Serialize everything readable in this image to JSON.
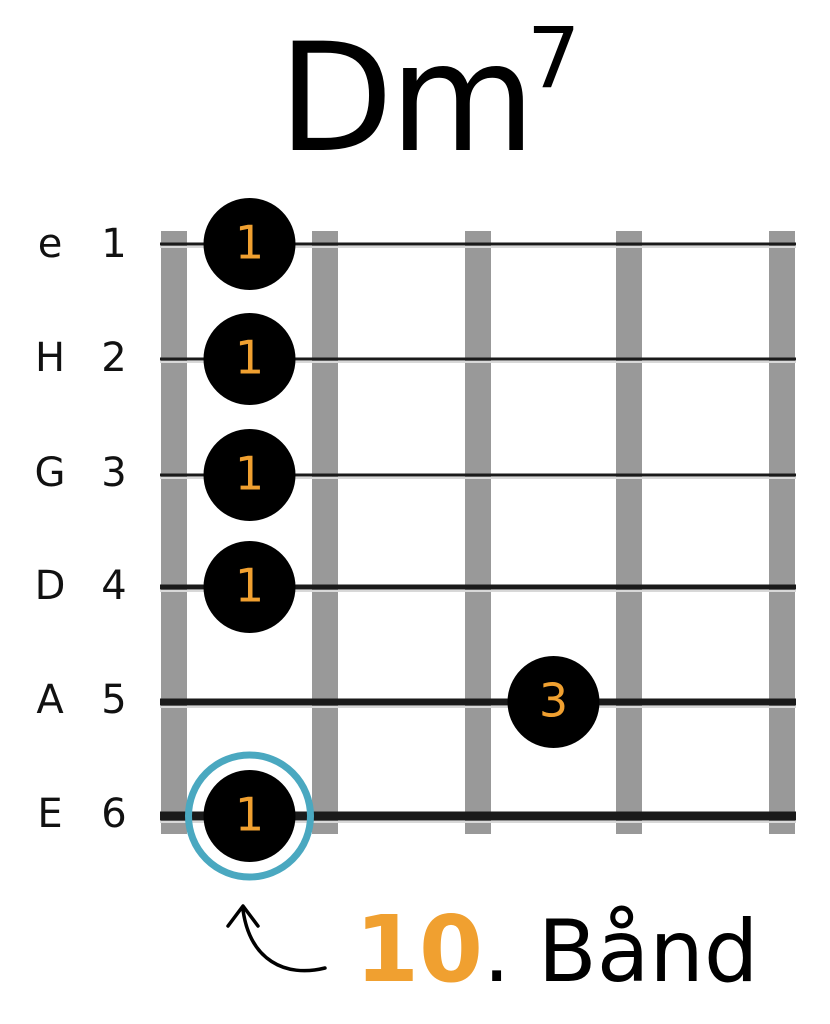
{
  "chord": {
    "root": "Dm",
    "extension": "7"
  },
  "strings": [
    {
      "name": "e",
      "number": "1",
      "gauge": 3
    },
    {
      "name": "H",
      "number": "2",
      "gauge": 3
    },
    {
      "name": "G",
      "number": "3",
      "gauge": 3
    },
    {
      "name": "D",
      "number": "4",
      "gauge": 5
    },
    {
      "name": "A",
      "number": "5",
      "gauge": 7
    },
    {
      "name": "E",
      "number": "6",
      "gauge": 9
    }
  ],
  "fingers": [
    {
      "string": 1,
      "fret": 1,
      "finger": "1",
      "root": false
    },
    {
      "string": 2,
      "fret": 1,
      "finger": "1",
      "root": false
    },
    {
      "string": 3,
      "fret": 1,
      "finger": "1",
      "root": false
    },
    {
      "string": 4,
      "fret": 1,
      "finger": "1",
      "root": false
    },
    {
      "string": 5,
      "fret": 3,
      "finger": "3",
      "root": false
    },
    {
      "string": 6,
      "fret": 1,
      "finger": "1",
      "root": true
    }
  ],
  "fret_marker": {
    "number": "10",
    "word": ". Bånd"
  },
  "colors": {
    "fret": "#999999",
    "string": "#1a1a1a",
    "dot": "#000000",
    "finger_text": "#f0a030",
    "root_ring": "#4aa8c0",
    "accent": "#f0a030"
  }
}
